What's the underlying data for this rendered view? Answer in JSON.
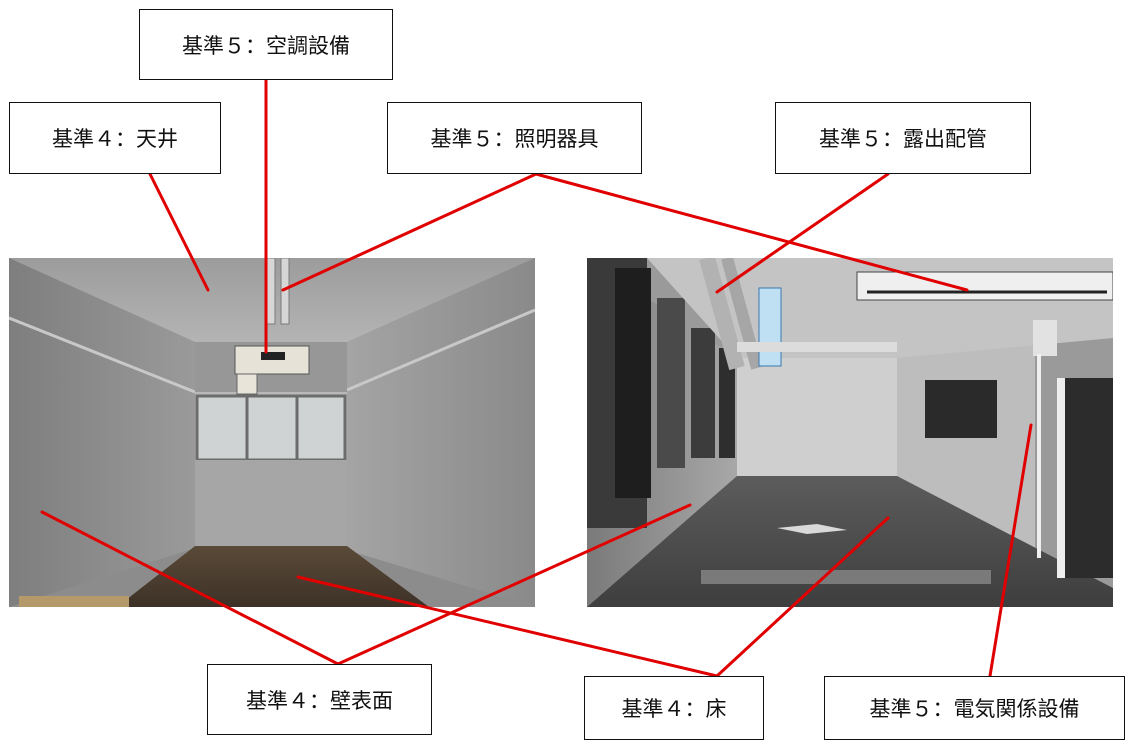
{
  "colors": {
    "leader_line": "#e00000",
    "box_border": "#111111",
    "background": "#ffffff"
  },
  "photos": {
    "left": {
      "subject": "narrow room interior"
    },
    "right": {
      "subject": "large room interior"
    }
  },
  "labels": {
    "ac_equipment": "基準５：空調設備",
    "ceiling": "基準４：天井",
    "lighting": "基準５：照明器具",
    "exposed_piping": "基準５：露出配管",
    "wall_surface": "基準４：壁表面",
    "floor": "基準４：床",
    "electrical": "基準５：電気関係設備"
  }
}
